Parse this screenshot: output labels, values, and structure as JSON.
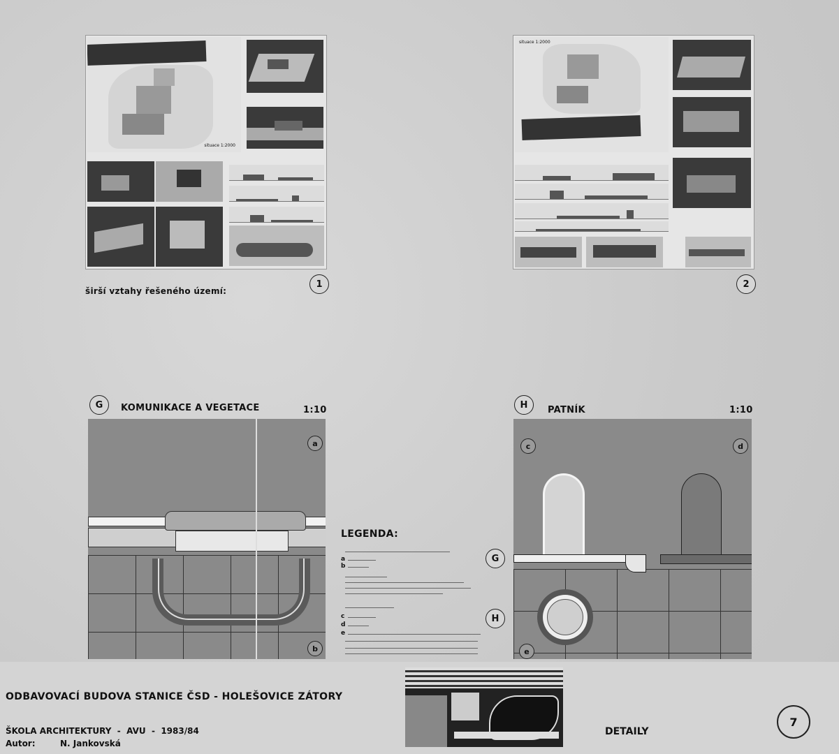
{
  "panels": {
    "top_left_caption": "širší vztahy řešeného území:",
    "top_left_number": "1",
    "top_right_number": "2",
    "map_scale_left": "situace 1:2000",
    "map_scale_right": "situace 1:2000"
  },
  "detail_g": {
    "marker": "G",
    "title": "KOMUNIKACE A VEGETACE",
    "scale": "1:10",
    "sub_a": "a",
    "sub_b": "b"
  },
  "detail_h": {
    "marker": "H",
    "title": "PATNÍK",
    "scale": "1:10",
    "sub_c": "c",
    "sub_d": "d",
    "sub_e": "e",
    "side_g": "G"
  },
  "legend": {
    "title": "LEGENDA:",
    "marker_g": "G",
    "marker_h": "H",
    "letters": [
      "a",
      "b",
      "c",
      "d",
      "e"
    ]
  },
  "footer": {
    "project_title": "ODBAVOVACÍ BUDOVA STANICE ČSD - HOLEŠOVICE ZÁTORY",
    "school_line": "ŠKOLA ARCHITEKTURY  -  AVU  -  1983/84",
    "author_label": "Autor:",
    "author_name": "N. Jankovská",
    "section": "DETAILY",
    "sheet_number": "7"
  }
}
